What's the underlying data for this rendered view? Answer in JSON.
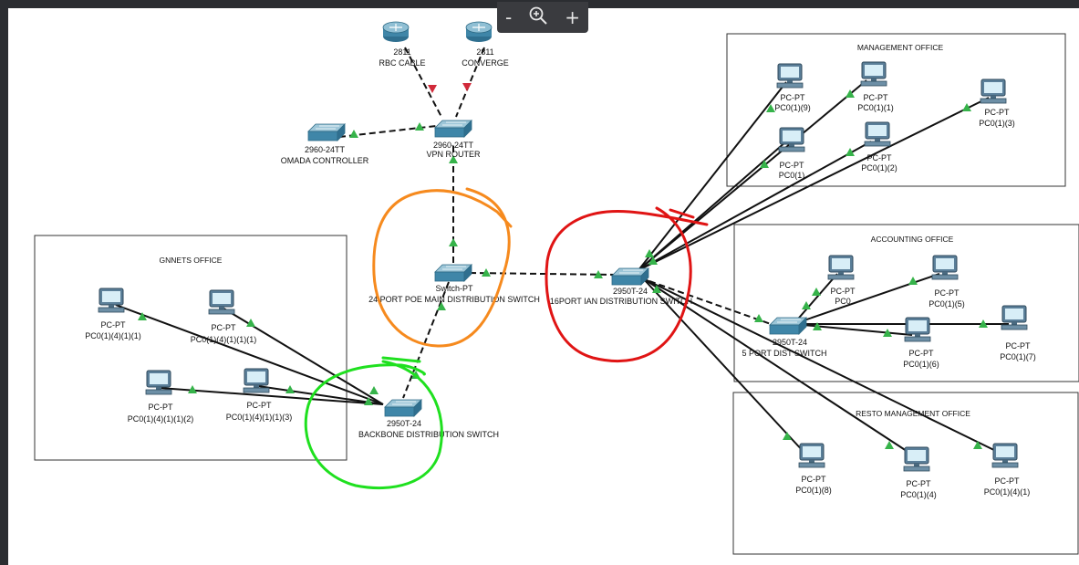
{
  "zoom": {
    "minus": "-",
    "zoom_icon": "zoom-in-icon",
    "plus": "+"
  },
  "colors": {
    "cable": "#111111",
    "link_up": "#36b34a",
    "link_down": "#d12a3a",
    "orange": "#f68a1e",
    "red": "#e01414",
    "green": "#1fe01f"
  },
  "areas": {
    "management": "MANAGEMENT OFFICE",
    "accounting": "ACCOUNTING OFFICE",
    "resto": "RESTO MANAGEMENT OFFICE",
    "gnnets": "GNNETS OFFICE"
  },
  "routers": {
    "rbc": {
      "model": "2811",
      "name": "RBC CABLE"
    },
    "converge": {
      "model": "2811",
      "name": "CONVERGE"
    }
  },
  "switches": {
    "omada": {
      "model": "2960-24TT",
      "name": "OMADA CONTROLLER"
    },
    "vpn": {
      "model": "2960-24TT",
      "name": "VPN ROUTER"
    },
    "poe": {
      "model": "Switch-PT",
      "name": "24 PORT POE MAIN DISTRIBUTION SWITCH"
    },
    "lan16": {
      "model": "2950T-24",
      "name": "16PORT IAN DISTRIBUTION SWITCH"
    },
    "dist5": {
      "model": "2950T-24",
      "name": "5 PORT DIST SWITCH"
    },
    "backbone": {
      "model": "2950T-24",
      "name": "BACKBONE DISTRIBUTION SWITCH"
    }
  },
  "pcs": {
    "m9": {
      "type": "PC-PT",
      "name": "PC0(1)(9)"
    },
    "m1": {
      "type": "PC-PT",
      "name": "PC0(1)(1)"
    },
    "m3": {
      "type": "PC-PT",
      "name": "PC0(1)(3)"
    },
    "m0": {
      "type": "PC-PT",
      "name": "PC0(1)"
    },
    "m2": {
      "type": "PC-PT",
      "name": "PC0(1)(2)"
    },
    "a0": {
      "type": "PC-PT",
      "name": "PC0"
    },
    "a5": {
      "type": "PC-PT",
      "name": "PC0(1)(5)"
    },
    "a6": {
      "type": "PC-PT",
      "name": "PC0(1)(6)"
    },
    "a7": {
      "type": "PC-PT",
      "name": "PC0(1)(7)"
    },
    "r8": {
      "type": "PC-PT",
      "name": "PC0(1)(8)"
    },
    "r4": {
      "type": "PC-PT",
      "name": "PC0(1)(4)"
    },
    "r41": {
      "type": "PC-PT",
      "name": "PC0(1)(4)(1)"
    },
    "g1": {
      "type": "PC-PT",
      "name": "PC0(1)(4)(1)(1)"
    },
    "g2": {
      "type": "PC-PT",
      "name": "PC0(1)(4)(1)(1)(1)"
    },
    "g3": {
      "type": "PC-PT",
      "name": "PC0(1)(4)(1)(1)(2)"
    },
    "g4": {
      "type": "PC-PT",
      "name": "PC0(1)(4)(1)(1)(3)"
    }
  }
}
